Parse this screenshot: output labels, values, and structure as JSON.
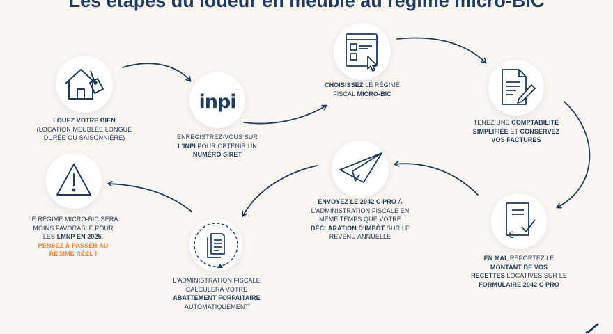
{
  "title": "Les étapes du loueur en meublé au régime micro-BIC",
  "steps": [
    {
      "icon": "house-tag-icon",
      "lines": [
        [
          "LOUEZ VOTRE BIEN"
        ],
        [
          "(LOCATION MEUBLÉE LONGUE"
        ],
        [
          "DURÉE OU SAISONNIÈRE)"
        ]
      ]
    },
    {
      "icon": "inpi-logo",
      "logo_text": "inpi",
      "lines": [
        [
          "ENREGISTREZ-VOUS SUR"
        ],
        [
          "L'INPI",
          " POUR OBTENIR UN"
        ],
        [
          "NUMÉRO SIRET"
        ]
      ]
    },
    {
      "icon": "form-click-icon",
      "lines": [
        [
          "CHOISISSEZ",
          " LE RÉGIME"
        ],
        [
          "FISCAL ",
          "MICRO-BIC"
        ]
      ]
    },
    {
      "icon": "document-pen-icon",
      "lines": [
        [
          "TENEZ UNE ",
          "COMPTABILITÉ"
        ],
        [
          "SIMPLIFIÉE",
          " ET ",
          "CONSERVEZ"
        ],
        [
          "VOS FACTURES"
        ]
      ]
    },
    {
      "icon": "euro-check-document-icon",
      "lines": [
        [
          "EN MAI",
          ", REPORTEZ LE"
        ],
        [
          "MONTANT DE VOS"
        ],
        [
          "RECETTES",
          " LOCATIVES SUR LE"
        ],
        [
          "FORMULAIRE 2042 C PRO"
        ]
      ]
    },
    {
      "icon": "paper-plane-icon",
      "lines": [
        [
          "ENVOYEZ LE 2042 C PRO",
          " À"
        ],
        [
          "L'ADMINISTRATION FISCALE EN"
        ],
        [
          "MÊME TEMPS QUE VOTRE"
        ],
        [
          "DÉCLARATION D'IMPÔT",
          " SUR LE"
        ],
        [
          "REVENU ANNUELLE"
        ]
      ]
    },
    {
      "icon": "documents-cycle-icon",
      "lines": [
        [
          "L'ADMINISTRATION FISCALE"
        ],
        [
          "CALCULERA VOTRE"
        ],
        [
          "ABATTEMENT FORFAITAIRE"
        ],
        [
          "AUTOMATIQUEMENT"
        ]
      ]
    },
    {
      "icon": "warning-icon",
      "lines": [
        [
          "LE RÉGIME MICRO-BIC SERA"
        ],
        [
          "MOINS FAVORABLE POUR"
        ],
        [
          "LES ",
          "LMNP EN 2025",
          "."
        ],
        [
          "PENSEZ À PASSER AU"
        ],
        [
          "RÉGIME RÉEL !"
        ]
      ]
    }
  ],
  "colors": {
    "navy": "#1e3a5c",
    "orange": "#f08030",
    "background": "#fbf6f1"
  }
}
